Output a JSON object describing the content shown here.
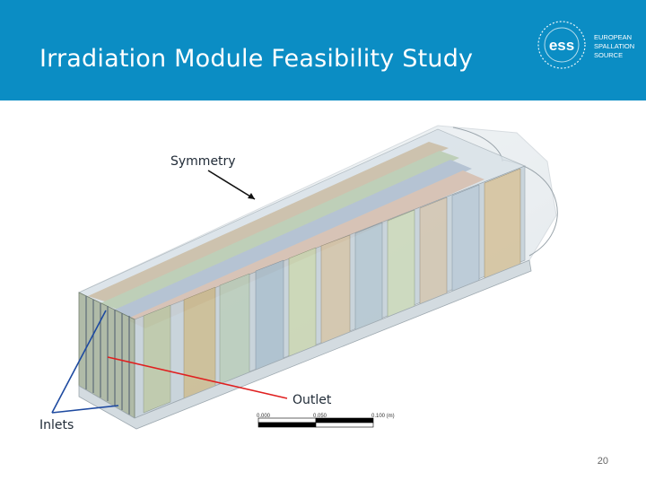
{
  "slide": {
    "title": "Irradiation Module Feasibility Study",
    "page_number": "20"
  },
  "logo": {
    "mark": "ess",
    "lines": [
      "EUROPEAN",
      "SPALLATION",
      "SOURCE"
    ]
  },
  "diagram": {
    "labels": {
      "symmetry": "Symmetry",
      "outlet": "Outlet",
      "inlets": "Inlets"
    },
    "scale_bar": {
      "ticks": [
        "0.000",
        "0.050",
        "0.100 (m)"
      ]
    }
  },
  "colors": {
    "header": "#0b8dc4",
    "outlet_arrow": "#e02020",
    "inlet_arrows": "#1e4aa0",
    "symmetry_arrow": "#111111"
  }
}
